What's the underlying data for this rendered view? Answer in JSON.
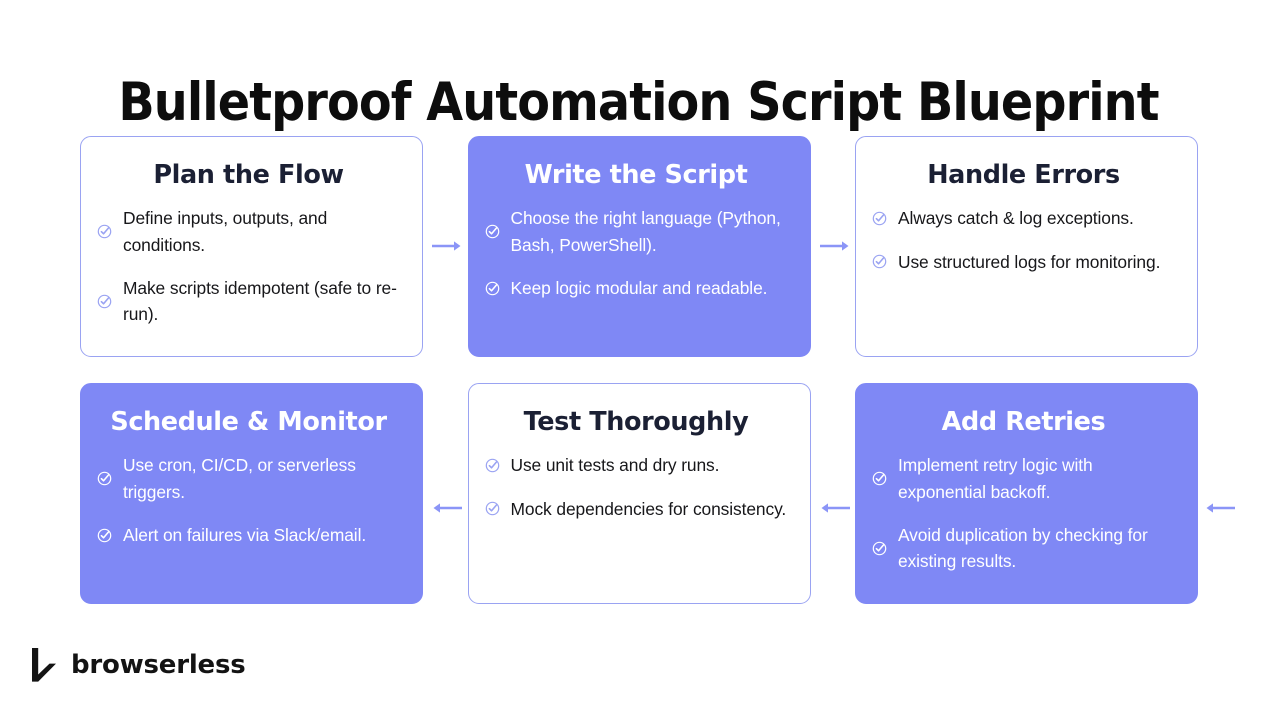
{
  "title": "Bulletproof Automation Script Blueprint",
  "colors": {
    "accent": "#7f88f5",
    "card_border": "#9aa3f2",
    "heading_dark": "#1b2034",
    "text_dark": "#17171a",
    "text_light": "#ffffff",
    "background": "#ffffff",
    "title_color": "#0d0d0d"
  },
  "cards": [
    {
      "title": "Plan the Flow",
      "style": "light",
      "items": [
        "Define inputs, outputs, and conditions.",
        "Make scripts idempotent (safe to re-run)."
      ]
    },
    {
      "title": "Write the Script",
      "style": "solid",
      "items": [
        "Choose the right language (Python, Bash, PowerShell).",
        "Keep logic modular and readable."
      ]
    },
    {
      "title": "Handle Errors",
      "style": "light",
      "items": [
        "Always catch & log exceptions.",
        "Use structured logs for monitoring."
      ]
    },
    {
      "title": "Schedule & Monitor",
      "style": "solid",
      "items": [
        "Use cron, CI/CD, or serverless triggers.",
        "Alert on failures via Slack/email."
      ]
    },
    {
      "title": "Test Thoroughly",
      "style": "light",
      "items": [
        "Use unit tests and dry runs.",
        "Mock dependencies for consistency."
      ]
    },
    {
      "title": "Add Retries",
      "style": "solid",
      "items": [
        "Implement retry logic with exponential backoff.",
        "Avoid duplication by checking for existing results."
      ]
    }
  ],
  "arrows": [
    {
      "name": "arrow-plan-to-write",
      "direction": "right"
    },
    {
      "name": "arrow-write-to-handle",
      "direction": "right"
    },
    {
      "name": "arrow-test-to-schedule",
      "direction": "left"
    },
    {
      "name": "arrow-retries-to-test",
      "direction": "left"
    },
    {
      "name": "arrow-incoming-right-edge",
      "direction": "left"
    }
  ],
  "logo": {
    "wordmark": "browserless",
    "mark_icon": "browserless-b-mark-icon"
  },
  "icons": {
    "check": "check-circle-icon"
  }
}
